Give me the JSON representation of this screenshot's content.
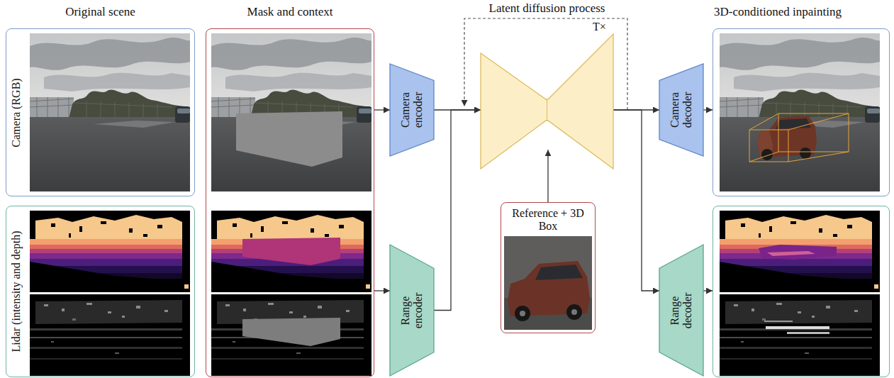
{
  "diagram": {
    "nodes": [
      {
        "text": [
          "Original scene",
          "Camera (RGB)"
        ]
      },
      {
        "text": [
          "Lidar (intensity and depth)"
        ]
      },
      {
        "text": [
          "Mask and context"
        ]
      },
      {
        "text": [
          "Camera encoder"
        ]
      },
      {
        "text": [
          "Range encoder"
        ]
      },
      {
        "text": [
          "Latent diffusion process"
        ]
      },
      {
        "text": [
          "Reference + 3D Box"
        ]
      },
      {
        "text": [
          "Camera decoder"
        ]
      },
      {
        "text": [
          "Range decoder"
        ]
      },
      {
        "text": [
          "3D-conditioned inpainting"
        ]
      },
      {
        "text": []
      }
    ],
    "edges": [
      {
        "from": 2,
        "to": 3,
        "arrow": "to"
      },
      {
        "from": 2,
        "to": 4,
        "arrow": "to"
      },
      {
        "from": 3,
        "to": 5,
        "arrow": "to"
      },
      {
        "from": 4,
        "to": 5,
        "arrow": "to"
      },
      {
        "from": 6,
        "to": 5,
        "arrow": "to"
      },
      {
        "from": 5,
        "to": 7,
        "arrow": "to"
      },
      {
        "from": 5,
        "to": 8,
        "arrow": "to"
      },
      {
        "from": 7,
        "to": 9,
        "arrow": "to"
      },
      {
        "from": 8,
        "to": 10,
        "arrow": "to"
      }
    ],
    "labels": [
      "T×"
    ]
  }
}
